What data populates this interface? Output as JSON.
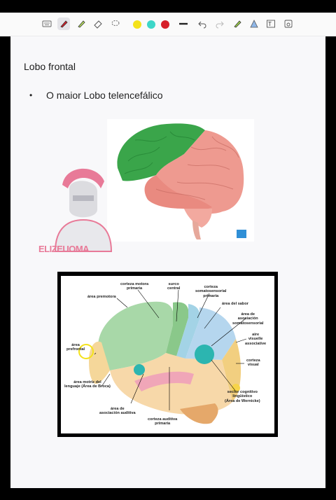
{
  "toolbar": {
    "tools": [
      "keyboard-icon",
      "pen-icon",
      "marker-icon",
      "eraser-icon",
      "lasso-icon"
    ],
    "colors": [
      "#f4e21a",
      "#3dd6c8",
      "#d6202a"
    ],
    "actions": [
      "line-width-icon",
      "undo-icon",
      "redo-icon",
      "highlighter-icon",
      "shape-icon",
      "text-box-icon",
      "image-icon"
    ]
  },
  "document": {
    "title": "Lobo frontal",
    "bullet": "•",
    "bullet_text": "O maior Lobo telencefálico",
    "logo_text": "ELIZEUOMA"
  },
  "diagram": {
    "labels": {
      "motor": "corteza motora\nprimaria",
      "surco": "surco\ncentral",
      "somato": "corteza\nsomatosensorial\nprimaria",
      "premotora": "área premotora",
      "sabor": "área del sabor",
      "asociacion_somato": "área de\nasociación\nsomatosensorial",
      "visuelle": "aire\nvisuelle\nassociative",
      "prefrontal": "área\nprefrontal",
      "visual": "corteza\nvisual",
      "broca": "área motriz del\nlenguaje (Área de Broca)",
      "cognitivo": "sector cognitivo\nlingüístico\n(Área de Wernicke)",
      "auditiva_asoc": "área de\nasociación auditiva",
      "auditiva": "corteza auditiva\nprimaria"
    }
  }
}
